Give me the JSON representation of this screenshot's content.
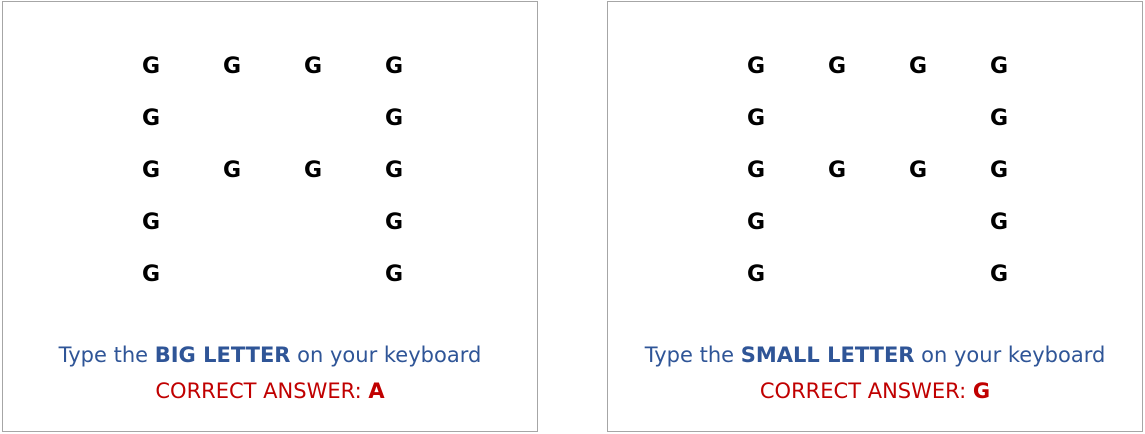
{
  "colors": {
    "instruction": "#2f5597",
    "answer": "#c00000",
    "letters": "#000000",
    "border": "#a6a6a6"
  },
  "panels": [
    {
      "small_letter": "G",
      "instruction_prefix": "Type the",
      "instruction_emphasis": "BIG LETTER",
      "instruction_suffix": "on your keyboard",
      "answer_label": "CORRECT ANSWER:",
      "answer_value": "A"
    },
    {
      "small_letter": "G",
      "instruction_prefix": "Type the",
      "instruction_emphasis": "SMALL LETTER",
      "instruction_suffix": "on your keyboard",
      "answer_label": "CORRECT ANSWER:",
      "answer_value": "G"
    }
  ]
}
